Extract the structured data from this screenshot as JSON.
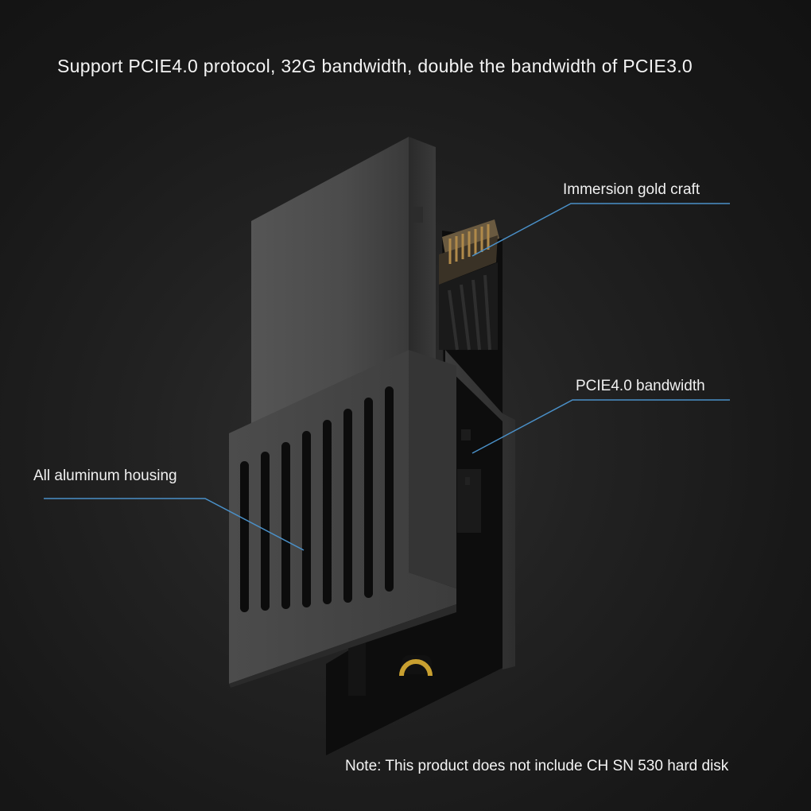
{
  "headline": "Support PCIE4.0 protocol, 32G bandwidth, double the bandwidth of PCIE3.0",
  "callouts": {
    "gold": "Immersion gold craft",
    "pcie": "PCIE4.0 bandwidth",
    "aluminum": "All aluminum housing"
  },
  "note": "Note: This product does not include CH SN 530 hard disk",
  "colors": {
    "background": "#1c1c1c",
    "housing": "#4a4a4a",
    "callout_line": "#4a90c8",
    "gold_contacts": "#b08a4a",
    "pcb": "#0d0d0d"
  }
}
